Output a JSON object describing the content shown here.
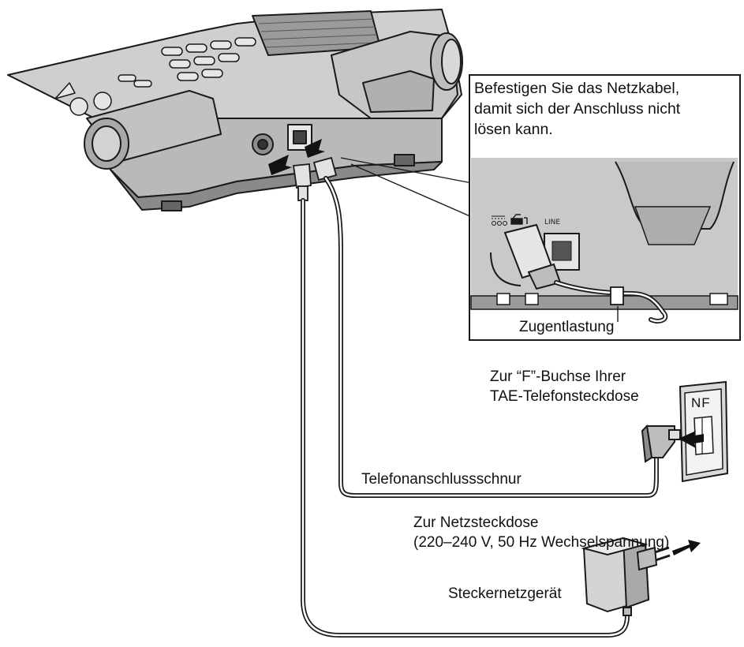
{
  "inset": {
    "note_lines": [
      "Befestigen Sie das Netzkabel,",
      "damit sich der Anschluss nicht",
      "lösen kann."
    ],
    "port_label": "LINE",
    "strain_relief_label": "Zugentlastung"
  },
  "tae_socket": {
    "label_lines": [
      "Zur “F”-Buchse Ihrer",
      "TAE-Telefonsteckdose"
    ],
    "slot_letters": "NF"
  },
  "phone_cord_label": "Telefonanschlussschnur",
  "mains": {
    "label_lines": [
      "Zur Netzsteckdose",
      "(220–240 V, 50 Hz Wechselspannung)"
    ],
    "adapter_label": "Steckernetzgerät"
  },
  "icons": [
    "dc-power-symbol-icon",
    "phone-line-icon"
  ]
}
